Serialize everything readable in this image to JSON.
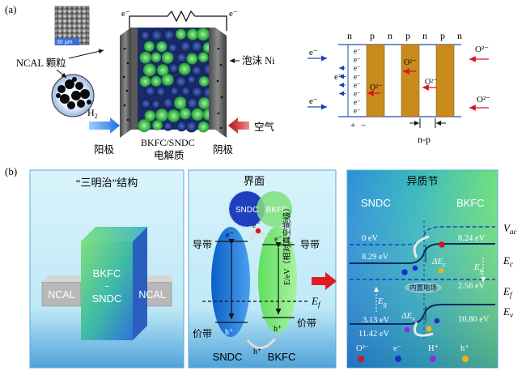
{
  "panel_a": {
    "label": "(a)",
    "electron": "e⁻",
    "sem_scale": "30 μm",
    "ncal_label": "NCAL 颗粒",
    "foam_ni": "泡沫 Ni",
    "h2": "H",
    "h2_sub": "2",
    "anode": "阳极",
    "electrolyte_line1": "BKFC/SNDC",
    "electrolyte_line2": "电解质",
    "cathode": "阴极",
    "air": "空气",
    "np_letters": [
      "n",
      "p",
      "n",
      "p",
      "n",
      "p",
      "n"
    ],
    "o2_ion": "O²⁻",
    "electron_labels": [
      "e⁻",
      "e⁻",
      "e⁻",
      "e⁻",
      "e⁻",
      "e⁻",
      "e⁻",
      "e⁻"
    ],
    "plus": "+",
    "minus": "−",
    "np_junction": "n-p"
  },
  "panel_b": {
    "label": "(b)",
    "sandwich": {
      "title": "“三明治”结构",
      "left_block": "NCAL",
      "right_block": "NCAL",
      "center_line1": "BKFC",
      "center_line2": "-",
      "center_line3": "SNDC"
    },
    "interface": {
      "title": "界面",
      "circle_left": "SNDC",
      "circle_right": "BKFC",
      "conduction_band": "导带",
      "valence_band": "价带",
      "fermi": "E",
      "fermi_sub": "f",
      "electron": "e⁻",
      "hole": "h⁺",
      "bottom_left": "SNDC",
      "bottom_right": "BKFC"
    },
    "heterojunction": {
      "title": "异质节",
      "left_material": "SNDC",
      "right_material": "BKFC",
      "y_axis": "E/eV（相对真空能级）",
      "vacuum_zero": "0 eV",
      "sndc_cb": "8.29 eV",
      "sndc_gap": "3.13 eV",
      "sndc_vb": "11.42 eV",
      "bkfc_cb": "8.24 eV",
      "bkfc_gap": "2.56 eV",
      "bkfc_vb": "10.80 eV",
      "eg_left": "E",
      "eg_left_sub": "g",
      "eg_right": "E",
      "eg_right_sub": "g",
      "delta_ec": "ΔE",
      "delta_ec_sub": "c",
      "delta_ev": "ΔE",
      "delta_ev_sub": "v",
      "built_in_field": "内置电场",
      "vac": "V",
      "vac_sub": "ac",
      "ec": "E",
      "ec_sub": "c",
      "ef": "E",
      "ef_sub": "f",
      "ev": "E",
      "ev_sub": "v",
      "legend": [
        {
          "label": "O²⁻",
          "color": "#d0182a"
        },
        {
          "label": "e⁻",
          "color": "#1d2fd0"
        },
        {
          "label": "H⁺",
          "color": "#8a2be2"
        },
        {
          "label": "h⁺",
          "color": "#f2b31a"
        }
      ]
    }
  }
}
